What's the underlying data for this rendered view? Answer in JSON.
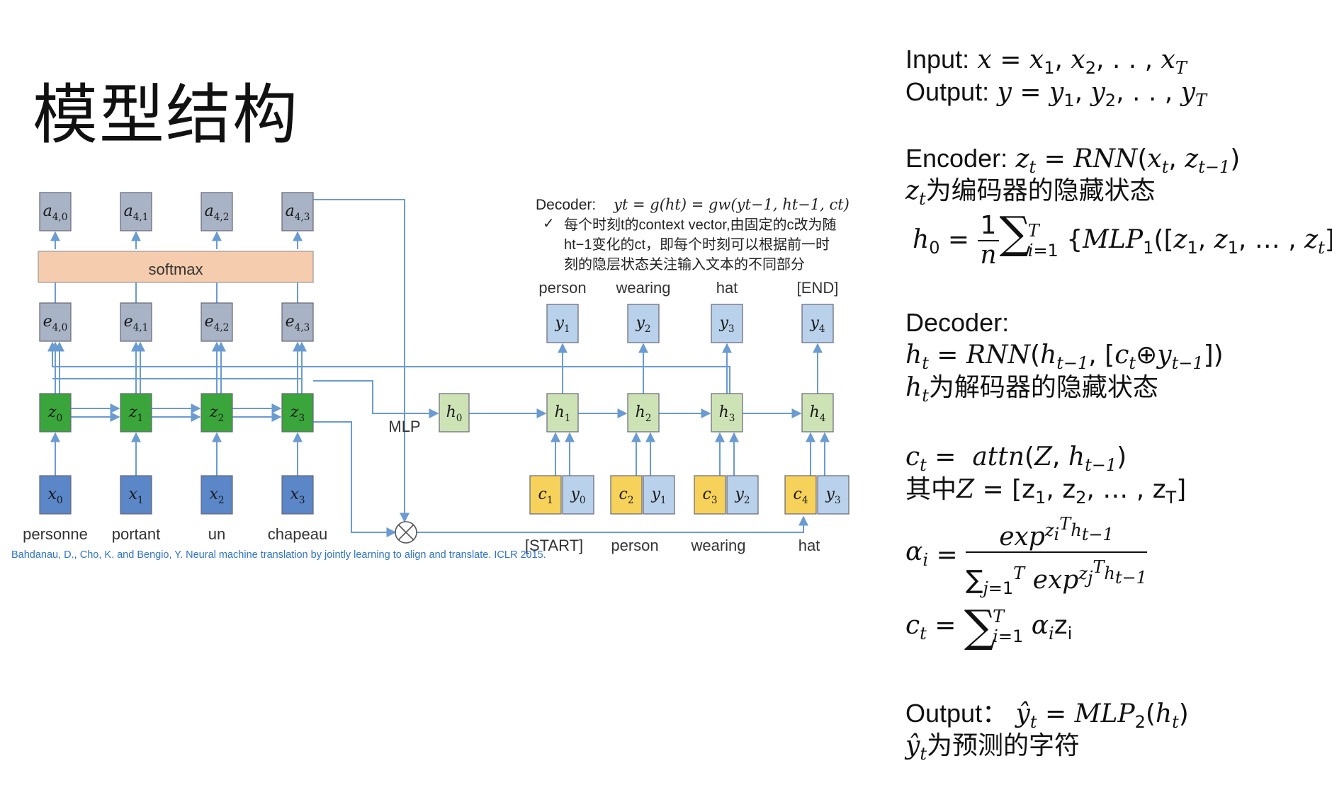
{
  "title": "模型结构",
  "diagram": {
    "softmax_label": "softmax",
    "mlp_label": "MLP",
    "attention_row": [
      "a4,0",
      "a4,1",
      "a4,2",
      "a4,3"
    ],
    "energy_row": [
      "e4,0",
      "e4,1",
      "e4,2",
      "e4,3"
    ],
    "encoder_states": [
      "z0",
      "z1",
      "z2",
      "z3"
    ],
    "inputs": [
      "x0",
      "x1",
      "x2",
      "x3"
    ],
    "input_words": [
      "personne",
      "portant",
      "un",
      "chapeau"
    ],
    "init_state": "h0",
    "decoder_states": [
      "h1",
      "h2",
      "h3",
      "h4"
    ],
    "outputs": [
      "y1",
      "y2",
      "y3",
      "y4"
    ],
    "output_words": [
      "person",
      "wearing",
      "hat",
      "[END]"
    ],
    "contexts": [
      "c1",
      "c2",
      "c3",
      "c4"
    ],
    "prev_outputs": [
      "y0",
      "y1",
      "y2",
      "y3"
    ],
    "prev_words": [
      "[START]",
      "person",
      "wearing",
      "hat"
    ],
    "reference": "Bahdanau, D., Cho, K. and Bengio, Y. Neural machine translation by jointly learning to align and translate. ICLR 2015.",
    "decoder_note": {
      "label": "Decoder:",
      "formula": "yt = g(ht) = gw(yt−1, ht−1, ct)",
      "line1": "每个时刻t的context vector,由固定的c改为随",
      "line2": "ht−1变化的ct，即每个时刻可以根据前一时",
      "line3": "刻的隐层状态关注输入文本的不同部分"
    }
  },
  "formulas": {
    "input_label": "Input:",
    "output_label": "Output:",
    "encoder_label": "Encoder:",
    "encoder_note": "为编码器的隐藏状态",
    "decoder_label": "Decoder:",
    "decoder_note": "为解码器的隐藏状态",
    "qizhong": "其中",
    "output2_label": "Output：",
    "pred_note": "为预测的字符"
  },
  "colors": {
    "attention_box": "#a9b3c6",
    "softmax_bar": "#f5ccad",
    "encoder_box": "#3aa53a",
    "input_box": "#5b86c7",
    "decoder_box": "#cde3b6",
    "output_box": "#b9d1ea",
    "context_box": "#f6d25a",
    "arrow": "#6a9bd1"
  }
}
